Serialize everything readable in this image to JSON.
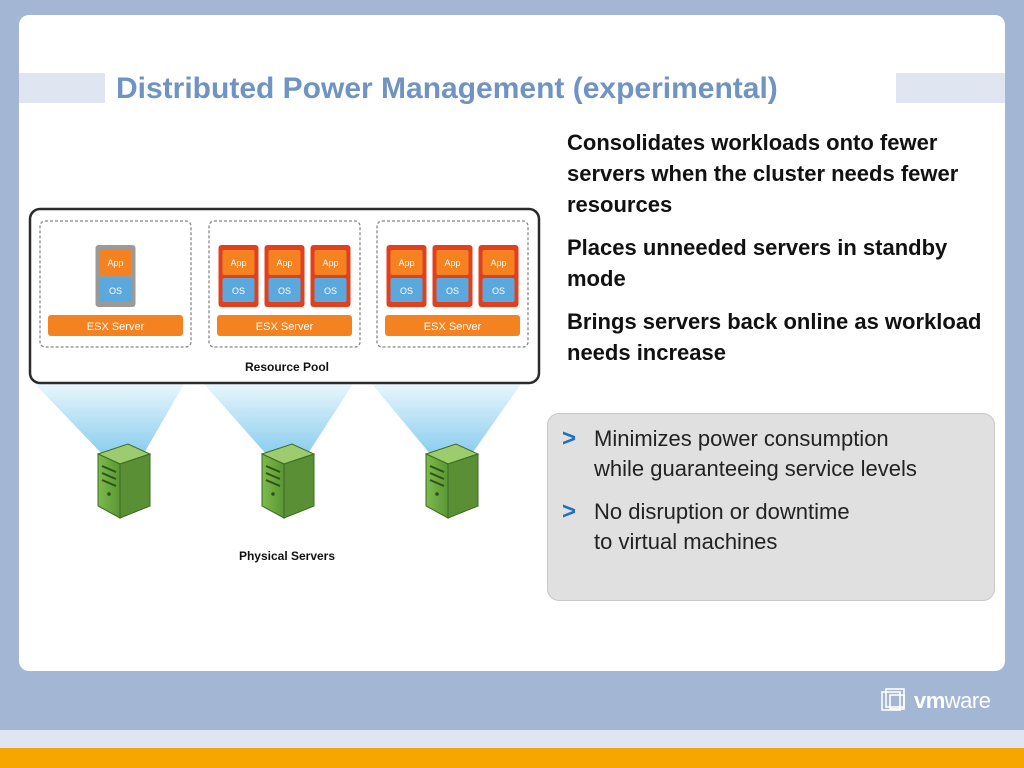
{
  "title": "Distributed Power Management (experimental)",
  "points": [
    "Consolidates workloads onto fewer servers when the cluster needs fewer resources",
    "Places unneeded servers in standby mode",
    "Brings servers back online as workload needs increase"
  ],
  "callout": {
    "bullet_mark": ">",
    "items": [
      {
        "line1": "Minimizes power consumption",
        "line2": "while guaranteeing service levels"
      },
      {
        "line1": "No disruption or downtime",
        "line2": "to virtual machines"
      }
    ]
  },
  "diagram": {
    "app_label": "App",
    "os_label": "OS",
    "esx_label": "ESX Server",
    "pool_label": "Resource Pool",
    "physical_label": "Physical Servers",
    "hosts": [
      {
        "vm_count": 1,
        "vm_state": "idle"
      },
      {
        "vm_count": 3,
        "vm_state": "active"
      },
      {
        "vm_count": 3,
        "vm_state": "active"
      }
    ]
  },
  "brand": {
    "logo_text_vm": "vm",
    "logo_text_ware": "ware"
  },
  "colors": {
    "title": "#6f93c3",
    "app_orange": "#f58220",
    "os_blue": "#5ba8dc",
    "vm_active_border": "#e1401e",
    "vm_idle_border": "#9a9a9a",
    "server_green": "#6ba541",
    "beam_blue": "#8fd0f0",
    "bullet_blue": "#1f6fc2"
  }
}
